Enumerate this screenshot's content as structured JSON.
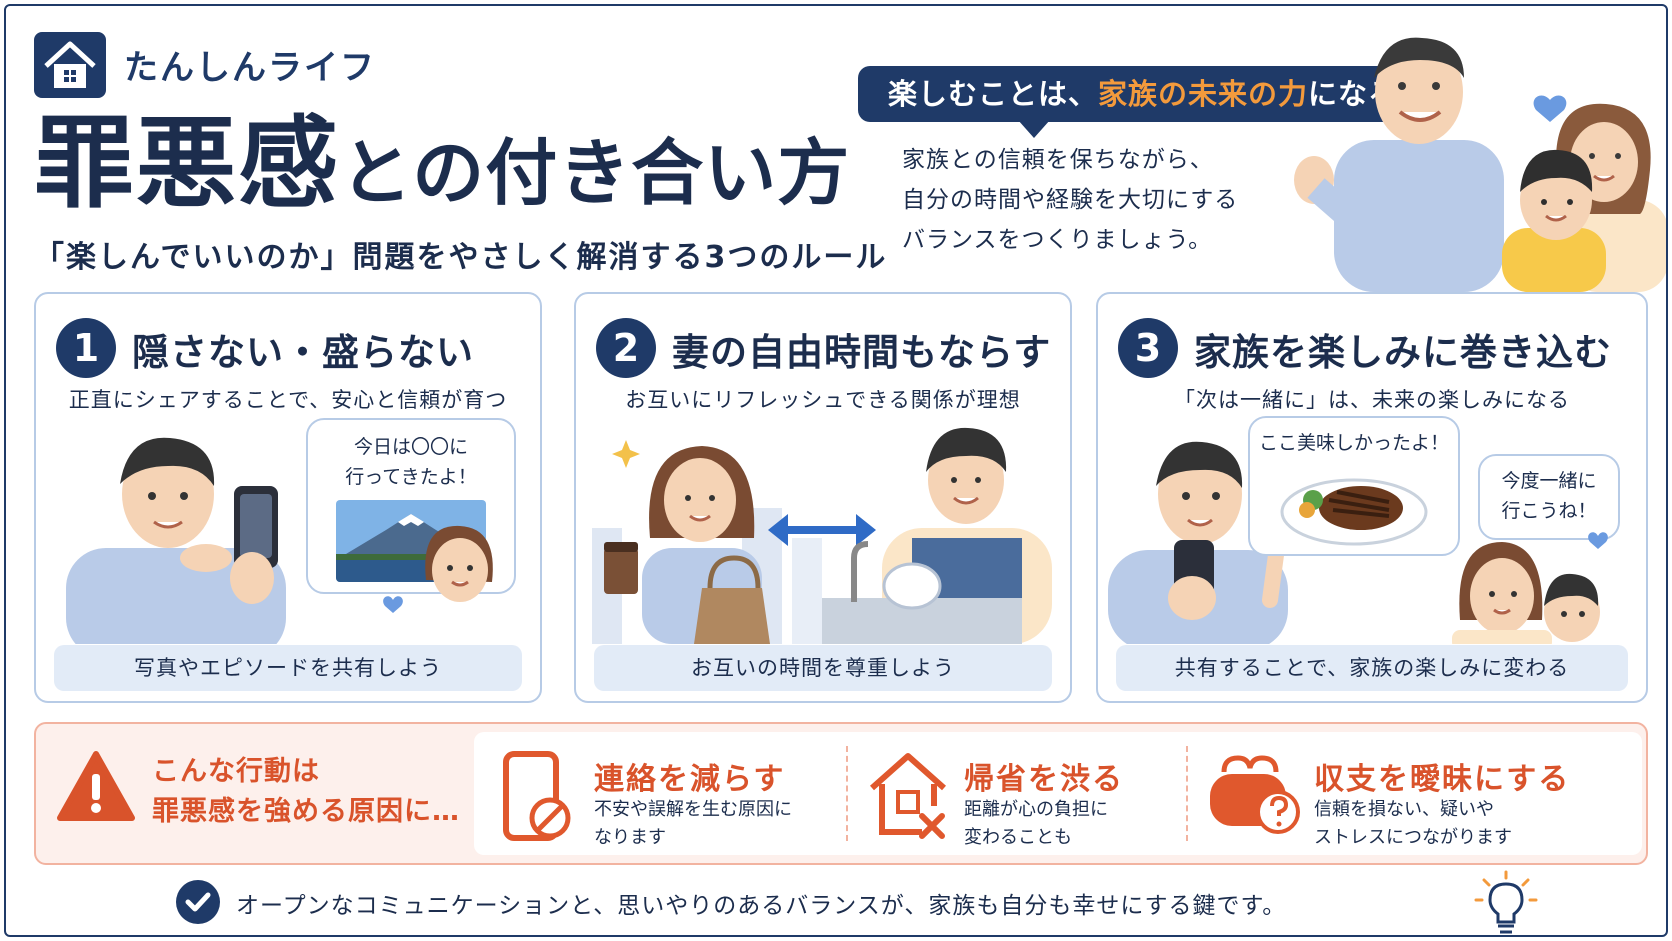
{
  "brand": {
    "name": "たんしんライフ",
    "icon": "house-icon"
  },
  "title": {
    "big": "罪悪感",
    "small": "との付き合い方"
  },
  "subtitle": "「楽しんでいいのか」問題をやさしく解消する3つのルール",
  "tagline": {
    "pre": "楽しむことは、",
    "highlight": "家族の未来の力",
    "post": "になる"
  },
  "intro": {
    "line1": "家族との信頼を保ちながら、",
    "line2": "自分の時間や経験を大切にする",
    "line3": "バランスをつくりましょう。"
  },
  "rules": [
    {
      "number": "1",
      "title": "隠さない・盛らない",
      "desc": "正直にシェアすることで、安心と信頼が育つ",
      "bubble_line1": "今日は〇〇に",
      "bubble_line2": "行ってきたよ！",
      "footer": "写真やエピソードを共有しよう"
    },
    {
      "number": "2",
      "title": "妻の自由時間もならす",
      "desc": "お互いにリフレッシュできる関係が理想",
      "footer": "お互いの時間を尊重しよう"
    },
    {
      "number": "3",
      "title": "家族を楽しみに巻き込む",
      "desc": "「次は一緒に」は、未来の楽しみになる",
      "bubble1": "ここ美味しかったよ！",
      "bubble2_line1": "今度一緒に",
      "bubble2_line2": "行こうね！",
      "footer": "共有することで、家族の楽しみに変わる"
    }
  ],
  "warning": {
    "icon": "warning-icon",
    "line1": "こんな行動は",
    "line2": "罪悪感を強める原因に…",
    "items": [
      {
        "icon": "phone-blocked-icon",
        "title": "連絡を減らす",
        "desc1": "不安や誤解を生む原因に",
        "desc2": "なります"
      },
      {
        "icon": "house-x-icon",
        "title": "帰省を渋る",
        "desc1": "距離が心の負担に",
        "desc2": "変わることも"
      },
      {
        "icon": "wallet-question-icon",
        "title": "収支を曖昧にする",
        "desc1": "信頼を損ない、疑いや",
        "desc2": "ストレスにつながります"
      }
    ]
  },
  "footer": {
    "text": "オープンなコミュニケーションと、思いやりのあるバランスが、家族も自分も幸せにする鍵です。",
    "icon": "check-icon",
    "bulb": "lightbulb-icon"
  },
  "colors": {
    "navy": "#1f3a68",
    "orange": "#f39a3c",
    "red": "#d9532b",
    "lightblue": "#e2ebf7"
  }
}
